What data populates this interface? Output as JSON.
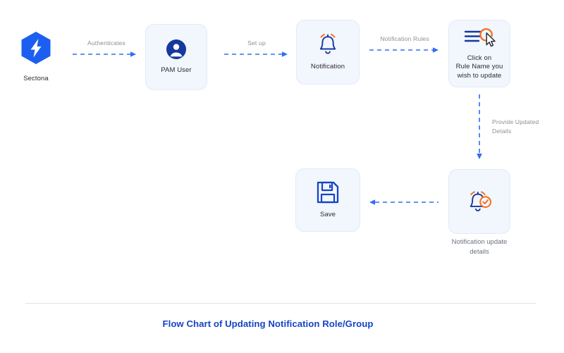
{
  "diagram": {
    "title": "Flow Chart of Updating Notification Role/Group",
    "colors": {
      "brand_blue": "#1c5ef0",
      "deep_blue": "#1545c4",
      "node_blue": "#17389c",
      "accent_orange": "#f4701f",
      "card_bg": "#f2f6fd",
      "card_border": "#e3eafb",
      "label_gray": "#8b8f97",
      "divider": "#e3e3e3"
    },
    "nodes": [
      {
        "id": "sectona",
        "type": "logo",
        "icon": "sectona-hexagon-bolt-logo",
        "label": "Sectona"
      },
      {
        "id": "pam-user",
        "type": "card",
        "icon": "user-avatar-icon",
        "label": "PAM User"
      },
      {
        "id": "notification",
        "type": "card",
        "icon": "bell-ringing-icon",
        "label": "Notification"
      },
      {
        "id": "rule-name",
        "type": "card",
        "icon": "list-cursor-click-icon",
        "label": "Click on\nRule Name you\nwish to update"
      },
      {
        "id": "notification-update-details",
        "type": "card",
        "icon": "bell-check-icon",
        "label": "Notification update\ndetails",
        "label_position": "outside-below"
      },
      {
        "id": "save",
        "type": "card",
        "icon": "floppy-disk-save-icon",
        "label": "Save"
      }
    ],
    "connectors": [
      {
        "id": "sectona-to-pam-user",
        "label": "Authenticates",
        "direction": "right",
        "style": "dashed"
      },
      {
        "id": "pam-user-to-notification",
        "label": "Set up",
        "direction": "right",
        "style": "dashed"
      },
      {
        "id": "notification-to-rule-name",
        "label": "Notification Rules",
        "direction": "right",
        "style": "dashed"
      },
      {
        "id": "rule-name-to-update-details",
        "label": "Provide Updated\nDetails",
        "direction": "down",
        "style": "dashed"
      },
      {
        "id": "update-details-to-save",
        "label": "",
        "direction": "left",
        "style": "dashed"
      }
    ]
  }
}
